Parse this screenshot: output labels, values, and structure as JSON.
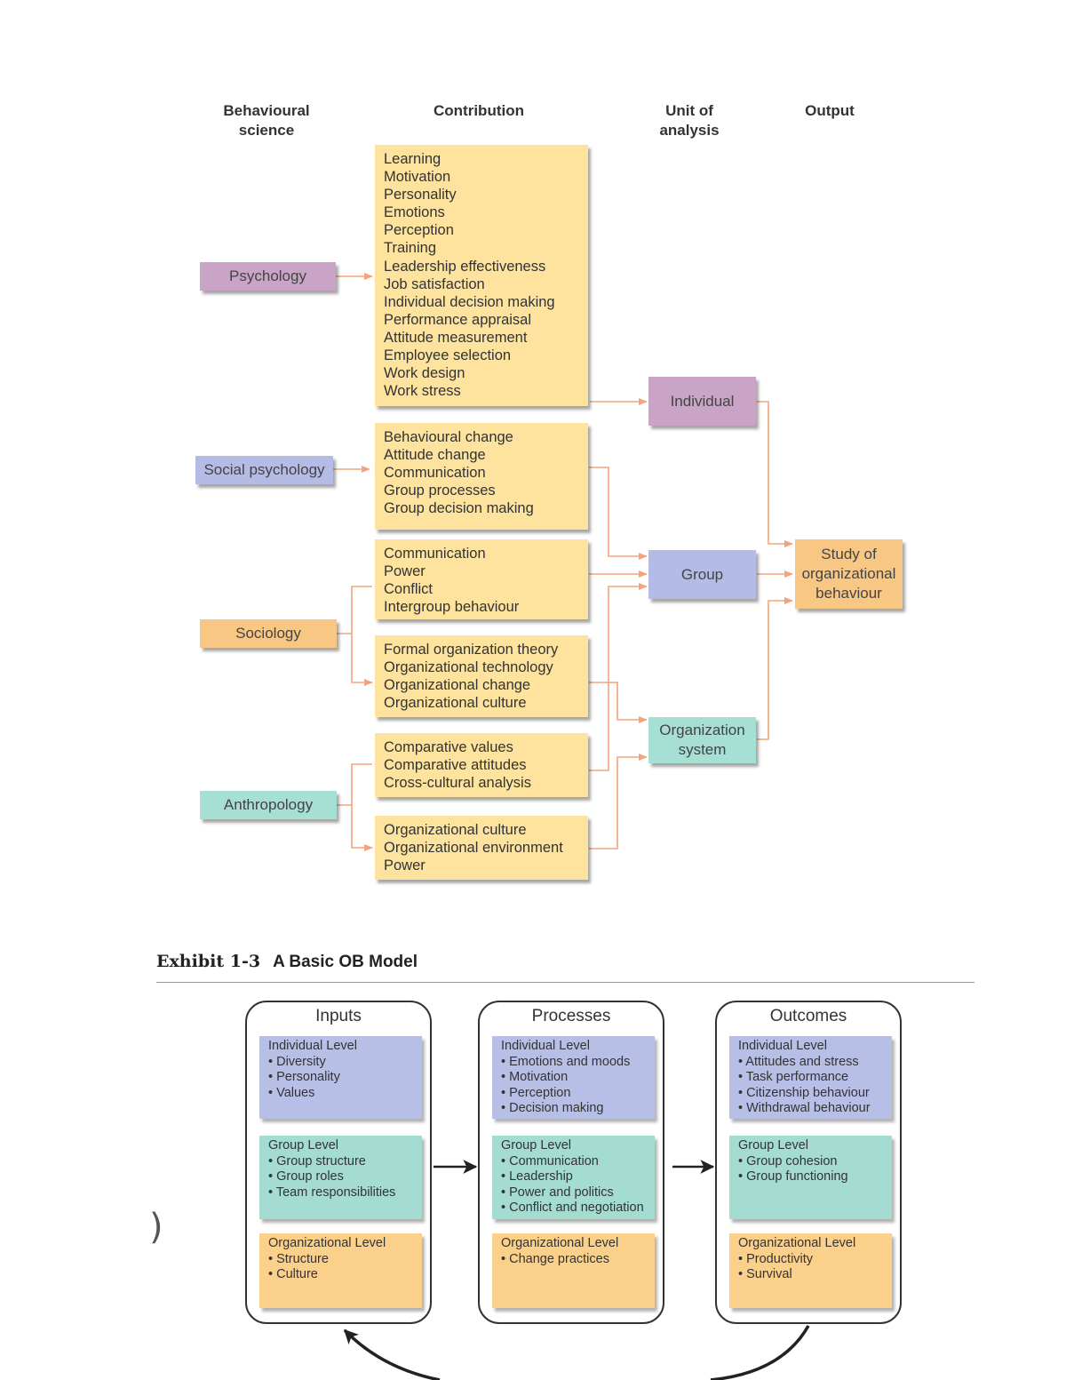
{
  "fig1": {
    "headers": {
      "science": "Behavioural\nscience",
      "contribution": "Contribution",
      "unit": "Unit of\nanalysis",
      "output": "Output"
    },
    "sciences": {
      "psychology": "Psychology",
      "social": "Social psychology",
      "sociology": "Sociology",
      "anthropology": "Anthropology"
    },
    "contributions": {
      "psychology": [
        "Learning",
        "Motivation",
        "Personality",
        "Emotions",
        "Perception",
        "Training",
        "Leadership effectiveness",
        "Job satisfaction",
        "Individual decision making",
        "Performance appraisal",
        "Attitude measurement",
        "Employee selection",
        "Work design",
        "Work stress"
      ],
      "social": [
        "Behavioural change",
        "Attitude change",
        "Communication",
        "Group processes",
        "Group decision making"
      ],
      "sociology_group": [
        "Communication",
        "Power",
        "Conflict",
        "Intergroup behaviour"
      ],
      "sociology_org": [
        "Formal organization theory",
        "Organizational technology",
        "Organizational change",
        "Organizational culture"
      ],
      "anthro_group": [
        "Comparative values",
        "Comparative attitudes",
        "Cross-cultural analysis"
      ],
      "anthro_org": [
        "Organizational culture",
        "Organizational environment",
        "Power"
      ]
    },
    "units": {
      "individual": "Individual",
      "group": "Group",
      "org": "Organization\nsystem"
    },
    "output": "Study of\norganizational\nbehaviour",
    "colors": {
      "psychology": "#c9a4c6",
      "social": "#b4bce5",
      "sociology": "#f9c784",
      "anthropology": "#a6dfd4",
      "contribution": "#fde39e",
      "connector": "#f4a47c"
    }
  },
  "exhibit": {
    "number": "Exhibit 1-3",
    "title": "A Basic OB Model",
    "panels": [
      {
        "title": "Inputs",
        "levels": [
          {
            "label": "Individual Level",
            "items": [
              "• Diversity",
              "• Personality",
              "• Values"
            ]
          },
          {
            "label": "Group Level",
            "items": [
              "• Group structure",
              "• Group roles",
              "• Team responsibilities"
            ]
          },
          {
            "label": "Organizational Level",
            "items": [
              "• Structure",
              "• Culture"
            ]
          }
        ]
      },
      {
        "title": "Processes",
        "levels": [
          {
            "label": "Individual Level",
            "items": [
              "• Emotions and moods",
              "• Motivation",
              "• Perception",
              "• Decision making"
            ]
          },
          {
            "label": "Group Level",
            "items": [
              "• Communication",
              "• Leadership",
              "• Power and politics",
              "• Conflict and negotiation"
            ]
          },
          {
            "label": "Organizational Level",
            "items": [
              "• Change practices"
            ]
          }
        ]
      },
      {
        "title": "Outcomes",
        "levels": [
          {
            "label": "Individual Level",
            "items": [
              "• Attitudes and stress",
              "• Task performance",
              "• Citizenship behaviour",
              "• Withdrawal behaviour"
            ]
          },
          {
            "label": "Group Level",
            "items": [
              "• Group cohesion",
              "• Group functioning"
            ]
          },
          {
            "label": "Organizational Level",
            "items": [
              "• Productivity",
              "• Survival"
            ]
          }
        ]
      }
    ],
    "colors": {
      "individual": "#b8bfe6",
      "group": "#a4dcd2",
      "organizational": "#fbd08a"
    }
  }
}
